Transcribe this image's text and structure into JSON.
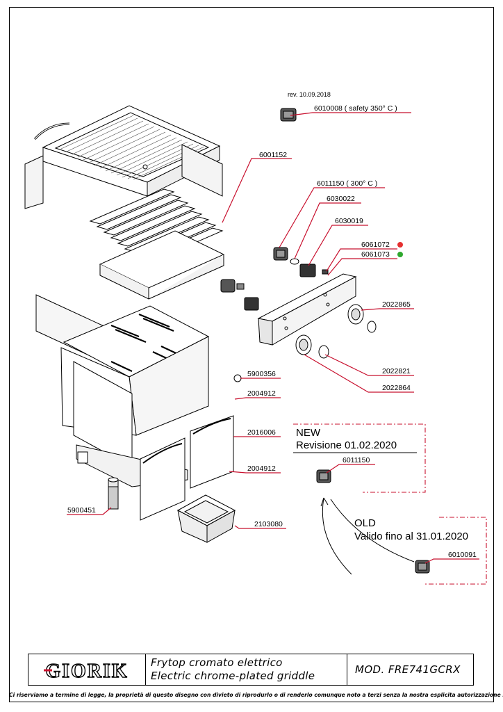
{
  "revision_note": "rev. 10.09.2018",
  "parts": {
    "p6010008": "6010008  ( safety 350° C )",
    "p6001152": "6001152",
    "p6011150_300": "6011150 ( 300° C )",
    "p6030022": "6030022",
    "p6030019": "6030019",
    "p6061072": "6061072",
    "p6061073": "6061073",
    "p2022865": "2022865",
    "p2022821": "2022821",
    "p2022864": "2022864",
    "p5900356": "5900356",
    "p2004912_a": "2004912",
    "p2016006": "2016006",
    "p2004912_b": "2004912",
    "p5900451": "5900451",
    "p2103080": "2103080",
    "p6011150_new": "6011150",
    "p6010091": "6010091"
  },
  "indicator_colors": {
    "red": "#e53030",
    "green": "#2fa82f"
  },
  "new_box": {
    "title": "NEW",
    "subtitle": "Revisione 01.02.2020"
  },
  "old_box": {
    "title": "OLD",
    "subtitle": "Valido fino al 31.01.2020"
  },
  "title_block": {
    "logo": "GIORIK",
    "description_it": "Frytop cromato elettrico",
    "description_en": "Electric chrome-plated griddle",
    "model": "MOD.  FRE741GCRX"
  },
  "footer": "Ci riserviamo a termine di legge, la proprietà di questo disegno con divieto di riprodurlo o di renderlo comunque noto a terzi senza la nostra esplicita autorizzazione scritta",
  "accent_color": "#c8102e"
}
